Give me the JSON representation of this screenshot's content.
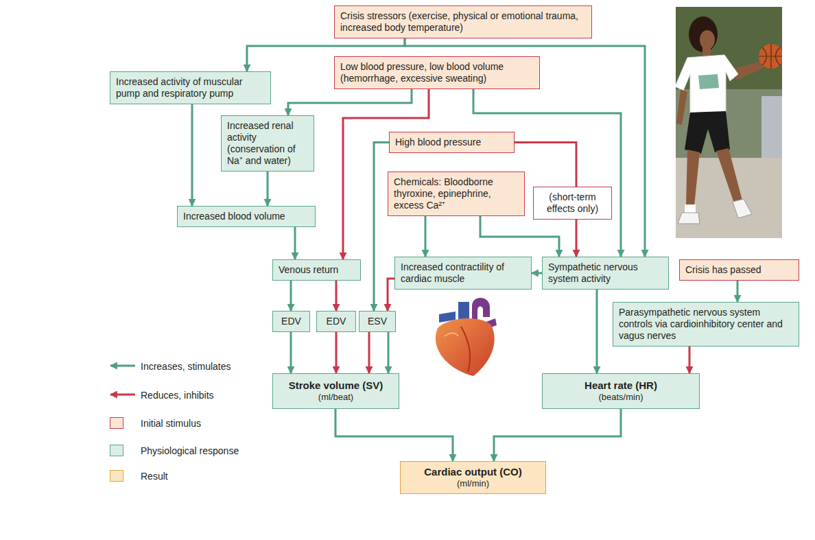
{
  "diagram": {
    "nodes": [
      {
        "text": [
          "Crisis stressors (exercise, physical or emotional trauma, increased body temperature)"
        ]
      },
      {
        "text": [
          "Increased activity of muscular pump and respiratory pump"
        ]
      },
      {
        "text": [
          "Low blood pressure, low blood volume (hemorrhage, excessive sweating)"
        ]
      },
      {
        "text": [
          "Increased renal activity (conservation of Na⁺ and water)"
        ]
      },
      {
        "text": [
          "High blood pressure"
        ]
      },
      {
        "text": [
          "Chemicals: Bloodborne thyroxine, epinephrine, excess Ca²⁺"
        ]
      },
      {
        "text": [
          "(short-term effects only)"
        ]
      },
      {
        "text": [
          "Increased blood volume"
        ]
      },
      {
        "text": [
          "Venous return"
        ]
      },
      {
        "text": [
          "Increased contractility of cardiac muscle"
        ]
      },
      {
        "text": [
          "Sympathetic nervous system activity"
        ]
      },
      {
        "text": [
          "Crisis has passed"
        ]
      },
      {
        "text": [
          "EDV"
        ]
      },
      {
        "text": [
          "EDV"
        ]
      },
      {
        "text": [
          "ESV"
        ]
      },
      {
        "text": [
          "Parasympathetic nervous system controls via cardioinhibitory center and vagus nerves"
        ]
      },
      {
        "text": [
          "Stroke volume (SV)",
          "(ml/beat)"
        ]
      },
      {
        "text": [
          "Heart rate (HR)",
          "(beats/min)"
        ]
      },
      {
        "text": [
          "Cardiac output (CO)",
          "(ml/min)"
        ]
      }
    ],
    "edges": [
      {
        "from": 0,
        "to": 1,
        "arrow": "to"
      },
      {
        "from": 0,
        "to": 10,
        "arrow": "to"
      },
      {
        "from": 2,
        "to": 3,
        "arrow": "to"
      },
      {
        "from": 2,
        "to": 8,
        "arrow": "to"
      },
      {
        "from": 2,
        "to": 10,
        "arrow": "to"
      },
      {
        "from": 1,
        "to": 7,
        "arrow": "to"
      },
      {
        "from": 3,
        "to": 7,
        "arrow": "to"
      },
      {
        "from": 7,
        "to": 8,
        "arrow": "to"
      },
      {
        "from": 4,
        "to": 14,
        "arrow": "to"
      },
      {
        "from": 4,
        "to": 6,
        "arrow": "none"
      },
      {
        "from": 6,
        "to": 10,
        "arrow": "to"
      },
      {
        "from": 5,
        "to": 9,
        "arrow": "to"
      },
      {
        "from": 5,
        "to": 10,
        "arrow": "to"
      },
      {
        "from": 10,
        "to": 9,
        "arrow": "to"
      },
      {
        "from": 9,
        "to": 14,
        "arrow": "to"
      },
      {
        "from": 8,
        "to": 12,
        "arrow": "to"
      },
      {
        "from": 8,
        "to": 13,
        "arrow": "to"
      },
      {
        "from": 12,
        "to": 16,
        "arrow": "to"
      },
      {
        "from": 13,
        "to": 16,
        "arrow": "to"
      },
      {
        "from": 14,
        "to": 16,
        "arrow": "to"
      },
      {
        "from": 14,
        "to": 16,
        "arrow": "to"
      },
      {
        "from": 10,
        "to": 17,
        "arrow": "to"
      },
      {
        "from": 11,
        "to": 15,
        "arrow": "to"
      },
      {
        "from": 15,
        "to": 17,
        "arrow": "to"
      },
      {
        "from": 16,
        "to": 18,
        "arrow": "to"
      },
      {
        "from": 17,
        "to": 18,
        "arrow": "to"
      }
    ],
    "legend": [
      {
        "text": "Increases, stimulates"
      },
      {
        "text": "Reduces, inhibits"
      },
      {
        "text": "Initial stimulus",
        "color": "#fbe6d4"
      },
      {
        "text": "Physiological response",
        "color": "#dbeee5"
      },
      {
        "text": "Result",
        "color": "#fce5c0"
      }
    ]
  }
}
